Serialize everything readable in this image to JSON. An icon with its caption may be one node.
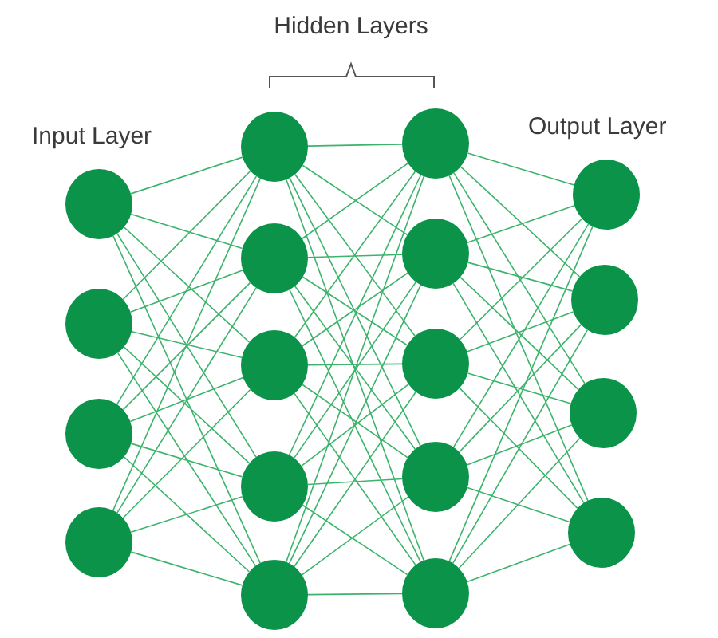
{
  "diagram": {
    "nodes": [
      {
        "text": [],
        "shape": "circle"
      },
      {
        "text": [],
        "shape": "circle"
      },
      {
        "text": [],
        "shape": "circle"
      },
      {
        "text": [],
        "shape": "circle"
      },
      {
        "text": [],
        "shape": "circle"
      },
      {
        "text": [],
        "shape": "circle"
      },
      {
        "text": [],
        "shape": "circle"
      },
      {
        "text": [],
        "shape": "circle"
      },
      {
        "text": [],
        "shape": "circle"
      },
      {
        "text": [],
        "shape": "circle"
      },
      {
        "text": [],
        "shape": "circle"
      },
      {
        "text": [],
        "shape": "circle"
      },
      {
        "text": [],
        "shape": "circle"
      },
      {
        "text": [],
        "shape": "circle"
      },
      {
        "text": [],
        "shape": "circle"
      },
      {
        "text": [],
        "shape": "circle"
      },
      {
        "text": [],
        "shape": "circle"
      },
      {
        "text": [],
        "shape": "circle"
      }
    ],
    "edges": [
      {
        "from": 0,
        "to": 4,
        "arrow": "none"
      },
      {
        "from": 0,
        "to": 5,
        "arrow": "none"
      },
      {
        "from": 0,
        "to": 6,
        "arrow": "none"
      },
      {
        "from": 0,
        "to": 7,
        "arrow": "none"
      },
      {
        "from": 0,
        "to": 8,
        "arrow": "none"
      },
      {
        "from": 1,
        "to": 4,
        "arrow": "none"
      },
      {
        "from": 1,
        "to": 5,
        "arrow": "none"
      },
      {
        "from": 1,
        "to": 6,
        "arrow": "none"
      },
      {
        "from": 1,
        "to": 7,
        "arrow": "none"
      },
      {
        "from": 1,
        "to": 8,
        "arrow": "none"
      },
      {
        "from": 2,
        "to": 4,
        "arrow": "none"
      },
      {
        "from": 2,
        "to": 5,
        "arrow": "none"
      },
      {
        "from": 2,
        "to": 6,
        "arrow": "none"
      },
      {
        "from": 2,
        "to": 7,
        "arrow": "none"
      },
      {
        "from": 2,
        "to": 8,
        "arrow": "none"
      },
      {
        "from": 3,
        "to": 4,
        "arrow": "none"
      },
      {
        "from": 3,
        "to": 5,
        "arrow": "none"
      },
      {
        "from": 3,
        "to": 6,
        "arrow": "none"
      },
      {
        "from": 3,
        "to": 7,
        "arrow": "none"
      },
      {
        "from": 3,
        "to": 8,
        "arrow": "none"
      },
      {
        "from": 4,
        "to": 9,
        "arrow": "none"
      },
      {
        "from": 4,
        "to": 10,
        "arrow": "none"
      },
      {
        "from": 4,
        "to": 11,
        "arrow": "none"
      },
      {
        "from": 4,
        "to": 12,
        "arrow": "none"
      },
      {
        "from": 4,
        "to": 13,
        "arrow": "none"
      },
      {
        "from": 5,
        "to": 9,
        "arrow": "none"
      },
      {
        "from": 5,
        "to": 10,
        "arrow": "none"
      },
      {
        "from": 5,
        "to": 11,
        "arrow": "none"
      },
      {
        "from": 5,
        "to": 12,
        "arrow": "none"
      },
      {
        "from": 5,
        "to": 13,
        "arrow": "none"
      },
      {
        "from": 6,
        "to": 9,
        "arrow": "none"
      },
      {
        "from": 6,
        "to": 10,
        "arrow": "none"
      },
      {
        "from": 6,
        "to": 11,
        "arrow": "none"
      },
      {
        "from": 6,
        "to": 12,
        "arrow": "none"
      },
      {
        "from": 6,
        "to": 13,
        "arrow": "none"
      },
      {
        "from": 7,
        "to": 9,
        "arrow": "none"
      },
      {
        "from": 7,
        "to": 10,
        "arrow": "none"
      },
      {
        "from": 7,
        "to": 11,
        "arrow": "none"
      },
      {
        "from": 7,
        "to": 12,
        "arrow": "none"
      },
      {
        "from": 7,
        "to": 13,
        "arrow": "none"
      },
      {
        "from": 8,
        "to": 9,
        "arrow": "none"
      },
      {
        "from": 8,
        "to": 10,
        "arrow": "none"
      },
      {
        "from": 8,
        "to": 11,
        "arrow": "none"
      },
      {
        "from": 8,
        "to": 12,
        "arrow": "none"
      },
      {
        "from": 8,
        "to": 13,
        "arrow": "none"
      },
      {
        "from": 9,
        "to": 14,
        "arrow": "none"
      },
      {
        "from": 9,
        "to": 15,
        "arrow": "none"
      },
      {
        "from": 9,
        "to": 16,
        "arrow": "none"
      },
      {
        "from": 9,
        "to": 17,
        "arrow": "none"
      },
      {
        "from": 10,
        "to": 14,
        "arrow": "none"
      },
      {
        "from": 10,
        "to": 15,
        "arrow": "none"
      },
      {
        "from": 10,
        "to": 16,
        "arrow": "none"
      },
      {
        "from": 10,
        "to": 17,
        "arrow": "none"
      },
      {
        "from": 11,
        "to": 14,
        "arrow": "none"
      },
      {
        "from": 11,
        "to": 15,
        "arrow": "none"
      },
      {
        "from": 11,
        "to": 16,
        "arrow": "none"
      },
      {
        "from": 11,
        "to": 17,
        "arrow": "none"
      },
      {
        "from": 12,
        "to": 14,
        "arrow": "none"
      },
      {
        "from": 12,
        "to": 15,
        "arrow": "none"
      },
      {
        "from": 12,
        "to": 16,
        "arrow": "none"
      },
      {
        "from": 12,
        "to": 17,
        "arrow": "none"
      },
      {
        "from": 13,
        "to": 14,
        "arrow": "none"
      },
      {
        "from": 13,
        "to": 15,
        "arrow": "none"
      },
      {
        "from": 13,
        "to": 16,
        "arrow": "none"
      },
      {
        "from": 13,
        "to": 17,
        "arrow": "none"
      }
    ],
    "labels": [
      "Hidden Layers",
      "Input Layer",
      "Output Layer"
    ]
  }
}
